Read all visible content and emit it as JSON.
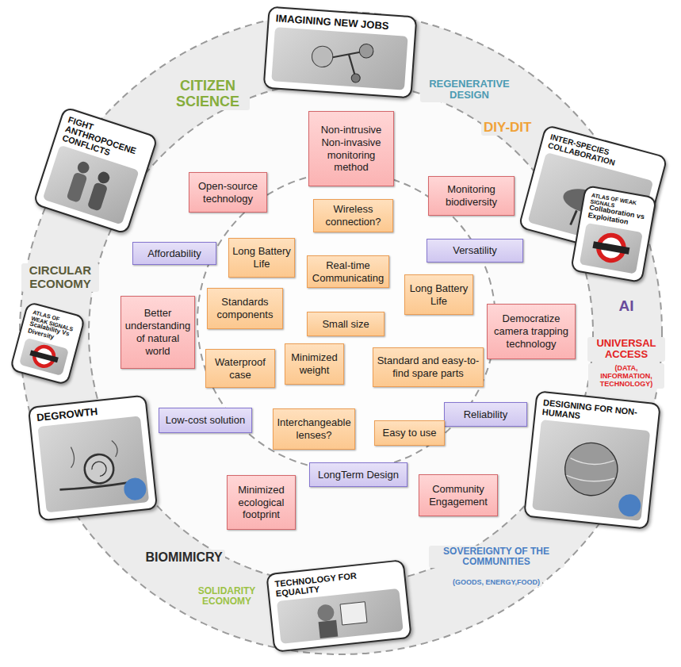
{
  "diagram": {
    "nodes": [
      {
        "text": [
          "IMAGINING NEW JOBS"
        ]
      },
      {
        "text": [
          "FIGHT ANTHROPOCENE CONFLICTS"
        ]
      },
      {
        "text": [
          "INTER-SPECIES COLLABORATION"
        ]
      },
      {
        "text": [
          "ATLAS OF WEAK SIGNALS",
          "Collaboration vs Exploitation"
        ]
      },
      {
        "text": [
          "ATLAS OF WEAK SIGNALS",
          "Scalability Vs Diversity"
        ]
      },
      {
        "text": [
          "DEGROWTH"
        ]
      },
      {
        "text": [
          "DESIGNING FOR NON-HUMANS"
        ]
      },
      {
        "text": [
          "TECHNOLOGY FOR EQUALITY"
        ]
      },
      {
        "text": [
          "Non-intrusive Non-invasive monitoring method"
        ]
      },
      {
        "text": [
          "Open-source technology"
        ]
      },
      {
        "text": [
          "Monitoring biodiversity"
        ]
      },
      {
        "text": [
          "Wireless connection?"
        ]
      },
      {
        "text": [
          "Affordability"
        ]
      },
      {
        "text": [
          "Long Battery Life"
        ]
      },
      {
        "text": [
          "Versatility"
        ]
      },
      {
        "text": [
          "Real-time Communicating"
        ]
      },
      {
        "text": [
          "Long Battery Life"
        ]
      },
      {
        "text": [
          "Better understanding of natural world"
        ]
      },
      {
        "text": [
          "Standards components"
        ]
      },
      {
        "text": [
          "Small size"
        ]
      },
      {
        "text": [
          "Democratize camera trapping technology"
        ]
      },
      {
        "text": [
          "Waterproof case"
        ]
      },
      {
        "text": [
          "Minimized weight"
        ]
      },
      {
        "text": [
          "Standard and easy-to-find spare parts"
        ]
      },
      {
        "text": [
          "Low-cost solution"
        ]
      },
      {
        "text": [
          "Interchangeable lenses?"
        ]
      },
      {
        "text": [
          "Reliability"
        ]
      },
      {
        "text": [
          "Easy to use"
        ]
      },
      {
        "text": [
          "LongTerm Design"
        ]
      },
      {
        "text": [
          "Minimized ecological footprint"
        ]
      },
      {
        "text": [
          "Community Engagement"
        ]
      }
    ],
    "labels": [
      "CITIZEN SCIENCE",
      "REGENERATIVE DESIGN",
      "DIY-DIT",
      "CIRCULAR ECONOMY",
      "AI",
      "UNIVERSAL ACCESS",
      "(DATA, INFORMATION, TECHNOLOGY)",
      "BIOMIMICRY",
      "SOVEREIGNTY OF THE COMMUNITIES",
      "(GOODS, ENERGY,FOOD)",
      "SOLIDARITY ECONOMY"
    ]
  }
}
